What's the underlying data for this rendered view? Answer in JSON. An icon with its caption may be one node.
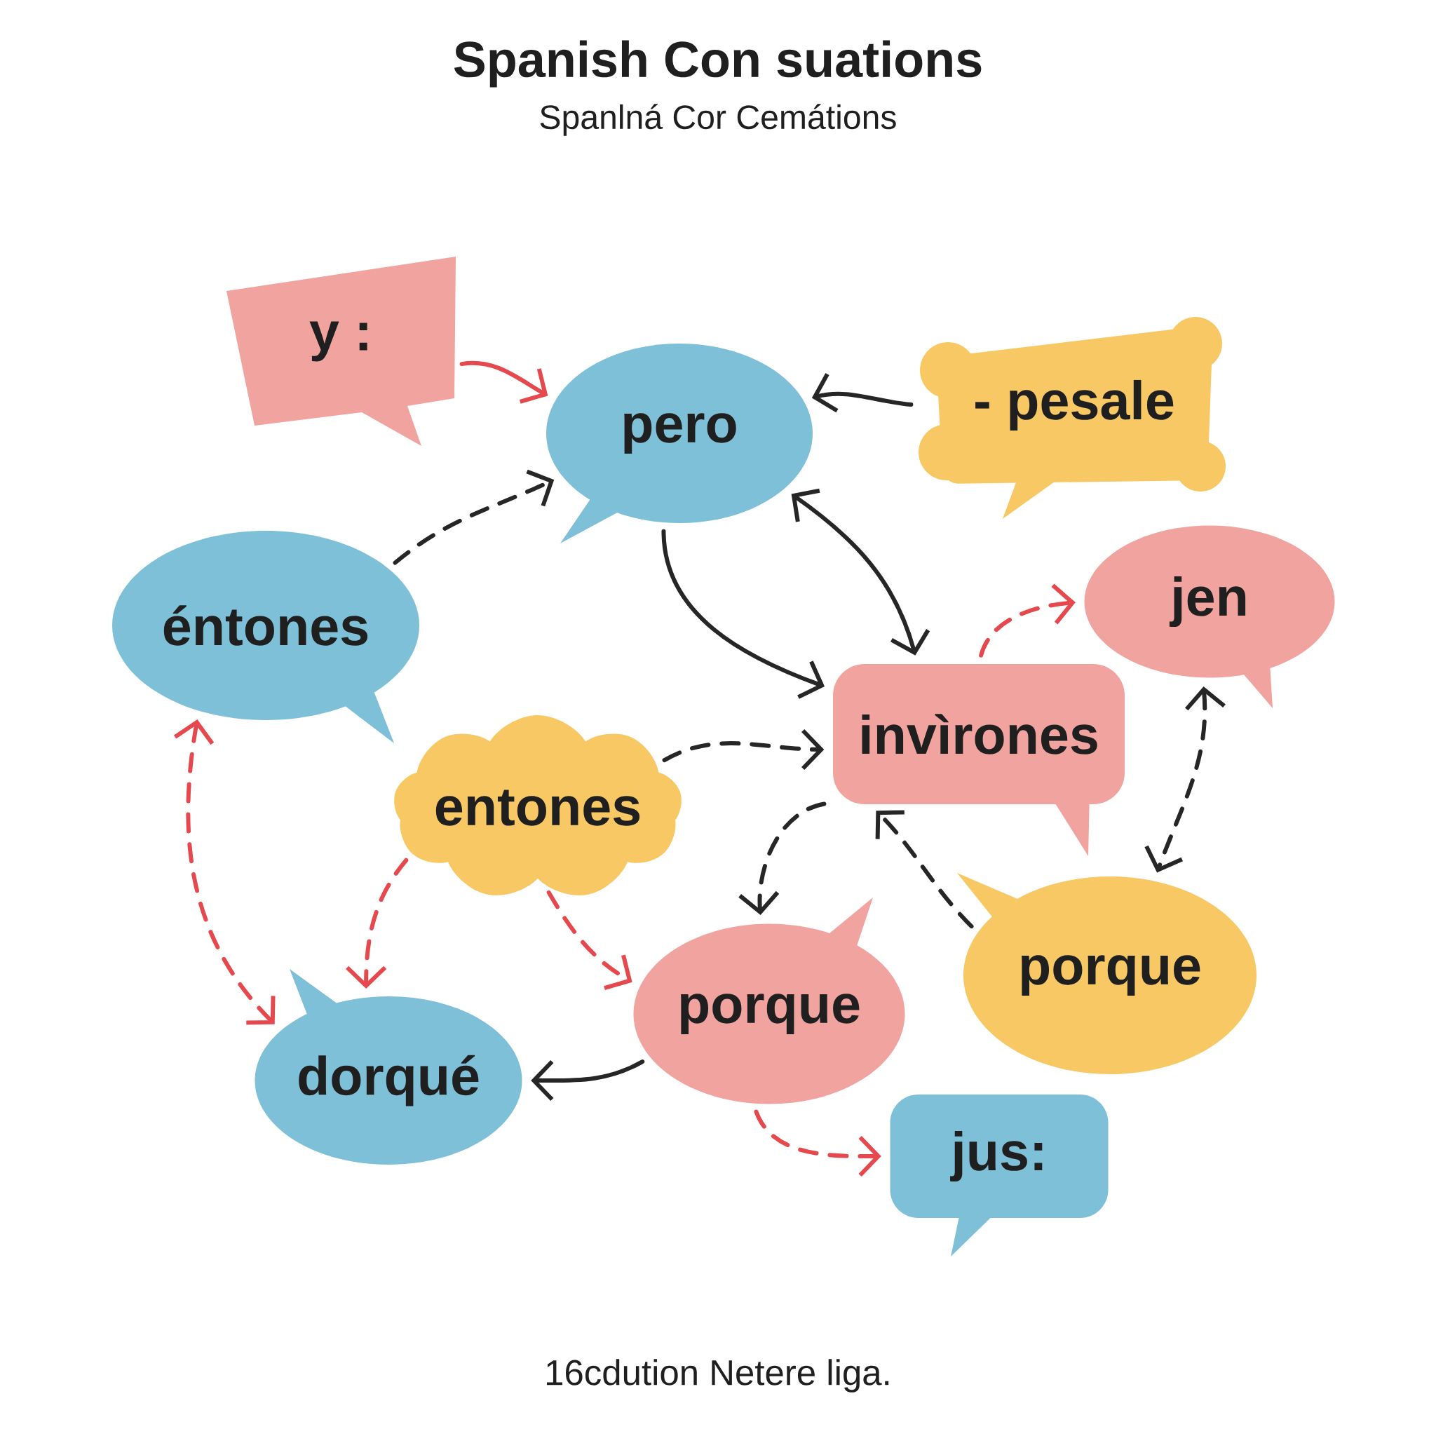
{
  "diagram": {
    "title": "Spanish Con suations",
    "caption": "16cdution Netere liga.",
    "labels": [
      "Spanlná Cor Cemátions"
    ],
    "nodes": [
      {
        "text": [
          "y :"
        ]
      },
      {
        "text": [
          "pero"
        ]
      },
      {
        "text": [
          "- pesale"
        ]
      },
      {
        "text": [
          "éntones"
        ]
      },
      {
        "text": [
          "jen"
        ]
      },
      {
        "text": [
          "invìrones"
        ]
      },
      {
        "text": [
          "entones"
        ]
      },
      {
        "text": [
          "porque"
        ]
      },
      {
        "text": [
          "porque"
        ]
      },
      {
        "text": [
          "dorqué"
        ]
      },
      {
        "text": [
          "jus:"
        ]
      }
    ],
    "edges": [
      {
        "from": 0,
        "to": 1,
        "arrow": "to",
        "color": "#e5484d"
      },
      {
        "from": 2,
        "to": 1,
        "arrow": "to"
      },
      {
        "from": 3,
        "to": 1,
        "arrow": "to",
        "style": "dashed"
      },
      {
        "from": 1,
        "to": 5,
        "arrow": "both"
      },
      {
        "from": 1,
        "to": 5,
        "arrow": "to"
      },
      {
        "from": 6,
        "to": 5,
        "arrow": "to",
        "style": "dashed"
      },
      {
        "from": 5,
        "to": 4,
        "arrow": "to",
        "style": "dashed",
        "color": "#e5484d"
      },
      {
        "from": 4,
        "to": 7,
        "arrow": "both",
        "style": "dashed"
      },
      {
        "from": 5,
        "to": 8,
        "arrow": "to",
        "style": "dashed"
      },
      {
        "from": 7,
        "to": 5,
        "arrow": "to",
        "style": "dashed"
      },
      {
        "from": 3,
        "to": 9,
        "arrow": "both",
        "style": "dashed",
        "color": "#e5484d"
      },
      {
        "from": 6,
        "to": 9,
        "arrow": "to",
        "style": "dashed",
        "color": "#e5484d"
      },
      {
        "from": 6,
        "to": 8,
        "arrow": "to",
        "style": "dashed",
        "color": "#e5484d"
      },
      {
        "from": 8,
        "to": 9,
        "arrow": "to"
      },
      {
        "from": 8,
        "to": 10,
        "arrow": "to",
        "style": "dashed",
        "color": "#e5484d"
      }
    ]
  }
}
